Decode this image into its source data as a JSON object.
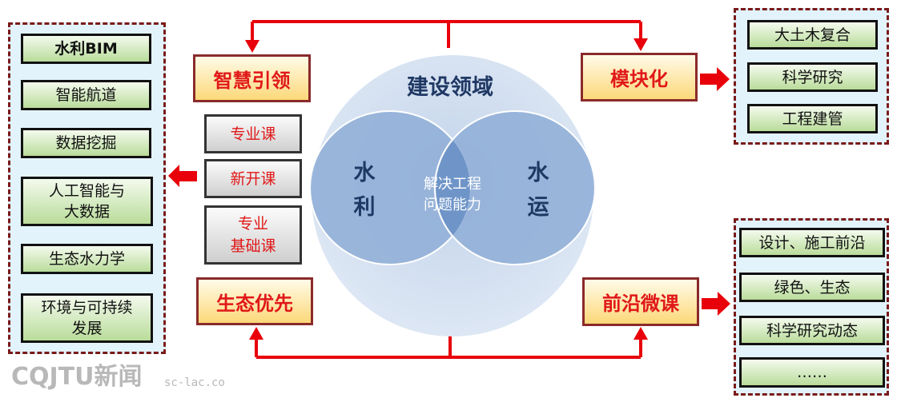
{
  "center": {
    "title": "建设领域",
    "left_circle": [
      "水",
      "利"
    ],
    "right_circle": [
      "水",
      "运"
    ],
    "overlap": [
      "解决工程",
      "问题能力"
    ]
  },
  "left_column": {
    "lead": "智慧引领",
    "courses": [
      "专业课",
      "新开课",
      [
        "专业",
        "基础课"
      ]
    ],
    "bottom": "生态优先"
  },
  "left_panel": {
    "items": [
      "水利BIM",
      "智能航道",
      "数据挖掘",
      [
        "人工智能与",
        "大数据"
      ],
      "生态水力学",
      [
        "环境与可持续",
        "发展"
      ]
    ]
  },
  "right_top": {
    "label": "模块化",
    "items": [
      "大土木复合",
      "科学研究",
      "工程建管"
    ]
  },
  "right_bottom": {
    "label": "前沿微课",
    "items": [
      "设计、施工前沿",
      "绿色、生态",
      "科学研究动态",
      "……"
    ]
  },
  "watermark": {
    "logo": "CQJTU新闻",
    "site": "sc-lac.co"
  },
  "colors": {
    "arrow": "#e8000b",
    "label_text": "#e01818",
    "panel_bg": "#e3f3fc",
    "panel_border": "#7a1a1a"
  }
}
